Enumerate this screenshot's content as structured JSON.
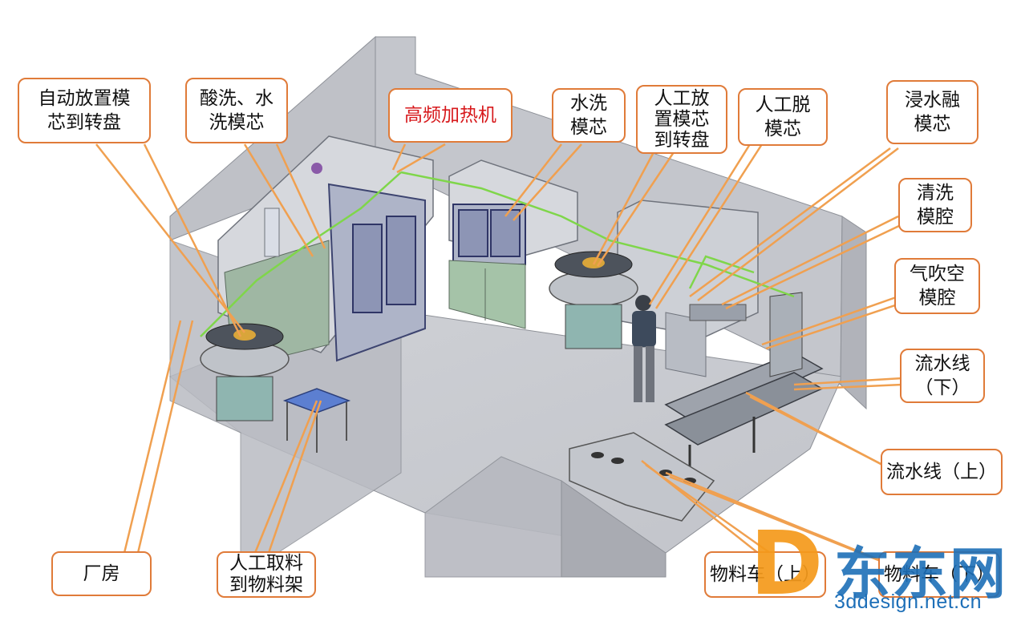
{
  "labels": {
    "auto_place": "自动放置模\n芯到转盘",
    "pickle_wash": "酸洗、水\n洗模芯",
    "hf_heater": "高频加热机",
    "water_wash": "水洗\n模芯",
    "manual_place": "人工放\n置模芯\n到转盘",
    "manual_remove": "人工脱\n模芯",
    "immerse": "浸水融\n模芯",
    "clean_cavity": "清洗\n模腔",
    "air_blow": "气吹空\n模腔",
    "line_lower": "流水线\n（下）",
    "line_upper": "流水线（上）",
    "cart_upper": "物料车（上）",
    "cart_lower": "物料车（下）",
    "workshop": "厂房",
    "manual_pick": "人工取料\n到物料架"
  },
  "watermark": {
    "name": "东东网",
    "url": "3ddesign.net.cn",
    "letter": "D"
  },
  "colors": {
    "callout_border": "#e07b39",
    "leader": "#f0a050",
    "flow_arrow": "#7fd64a",
    "red_text": "#d7191c",
    "watermark_blue": "#1d6fb8",
    "watermark_orange": "#f59a1b"
  }
}
